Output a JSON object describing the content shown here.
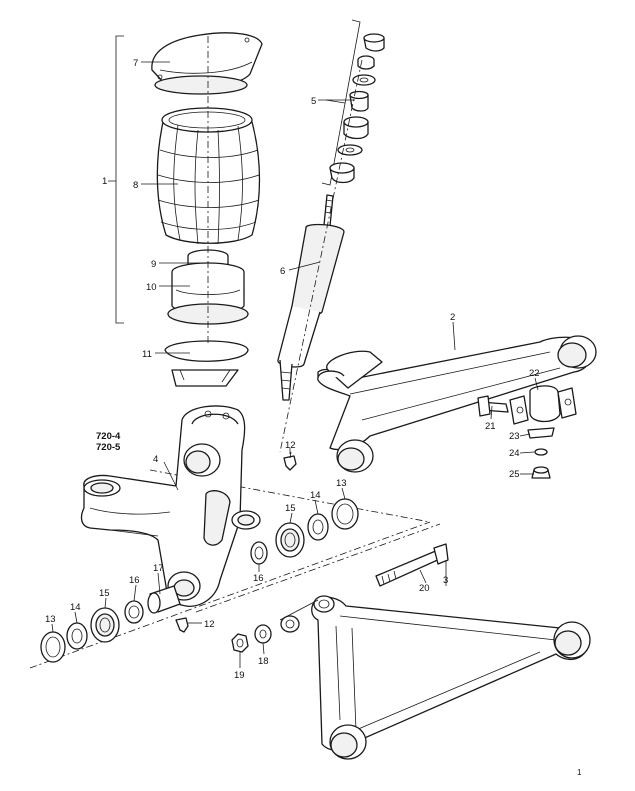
{
  "labels": {
    "l1": "1",
    "l2": "2",
    "l3": "3",
    "l4": "4",
    "l5": "5",
    "l6": "6",
    "l7": "7",
    "l8": "8",
    "l9": "9",
    "l10": "10",
    "l11": "11",
    "l12a": "12",
    "l12b": "12",
    "l13a": "13",
    "l13b": "13",
    "l14a": "14",
    "l14b": "14",
    "l15a": "15",
    "l15b": "15",
    "l16a": "16",
    "l16b": "16",
    "l17": "17",
    "l18": "18",
    "l19": "19",
    "l20": "20",
    "l21": "21",
    "l22": "22",
    "l23": "23",
    "l24": "24",
    "l25": "25",
    "ref1": "720-4",
    "ref2": "720-5",
    "page": "1"
  }
}
